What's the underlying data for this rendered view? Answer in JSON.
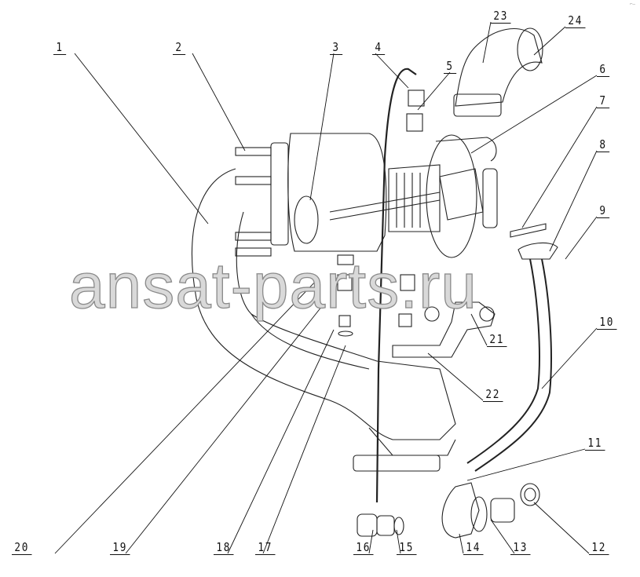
{
  "diagram": {
    "watermark": "ansat-parts.ru",
    "corner_mark": "⌐—",
    "callouts": [
      "1",
      "2",
      "3",
      "4",
      "5",
      "6",
      "7",
      "8",
      "9",
      "10",
      "11",
      "12",
      "13",
      "14",
      "15",
      "16",
      "17",
      "18",
      "19",
      "20",
      "21",
      "22",
      "23",
      "24"
    ]
  }
}
